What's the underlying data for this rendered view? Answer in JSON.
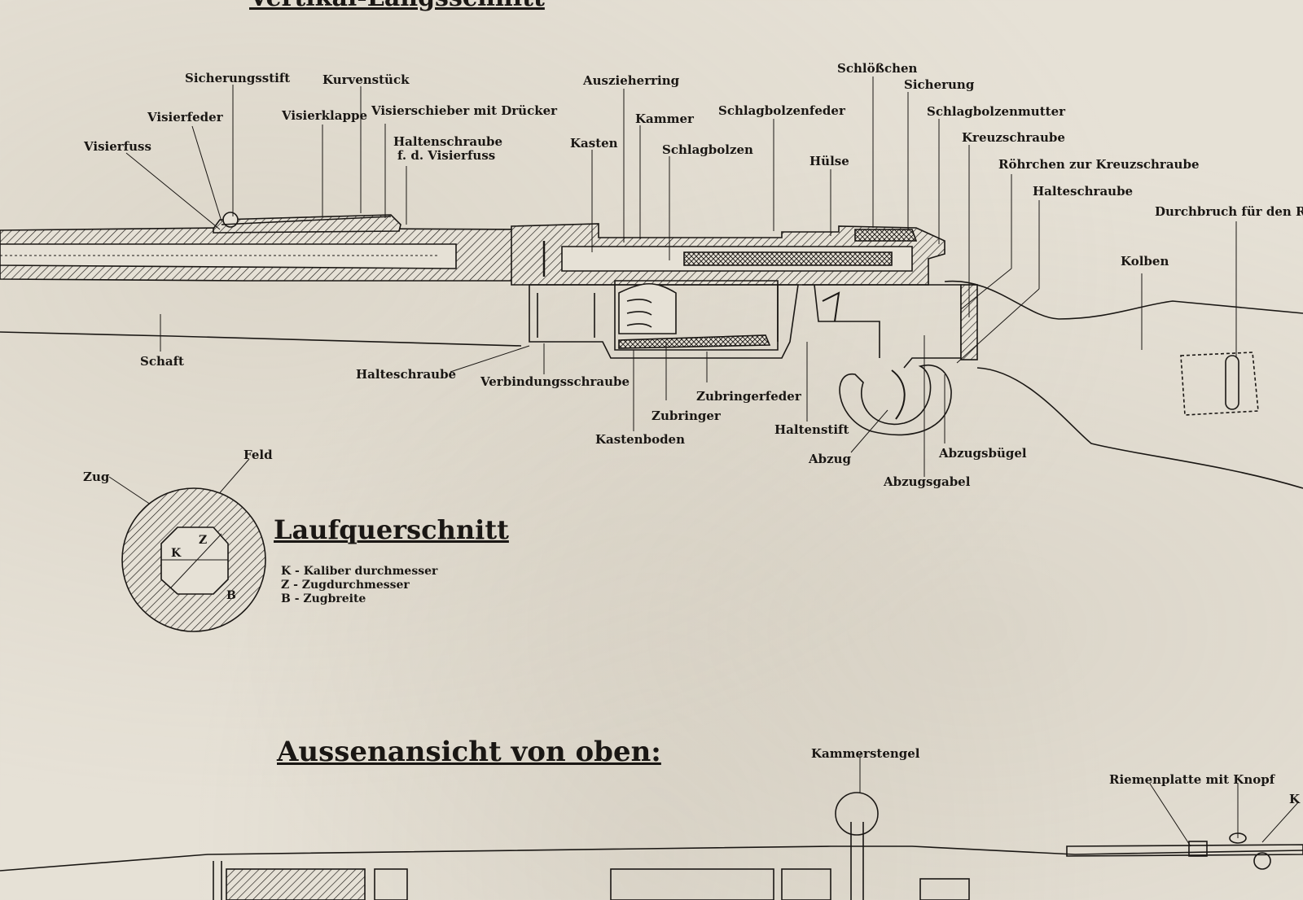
{
  "top_section_title": "Vertikal-Längsschnitt",
  "labels": {
    "sicherungsstift": "Sicherungsstift",
    "kurvenstueck": "Kurvenstück",
    "visierfeder": "Visierfeder",
    "visierklappe": "Visierklappe",
    "visierschieber": "Visierschieber mit Drücker",
    "visierfuss": "Visierfuss",
    "haltenschraube_line1": "Haltenschraube",
    "haltenschraube_line2": "f. d. Visierfuss",
    "auszieherring": "Auszieherring",
    "kasten": "Kasten",
    "kammer": "Kammer",
    "schlagbolzen": "Schlagbolzen",
    "schlagbolzenfeder": "Schlagbolzenfeder",
    "schloesschen": "Schlößchen",
    "sicherung": "Sicherung",
    "huelse": "Hülse",
    "schlagbolzenmutter": "Schlagbolzenmutter",
    "kreuzschraube": "Kreuzschraube",
    "roehrchen": "Röhrchen zur Kreuzschraube",
    "halteschraube_top": "Halteschraube",
    "durchbruch": "Durchbruch für den Riem",
    "kolben": "Kolben",
    "schaft": "Schaft",
    "halteschraube_low": "Halteschraube",
    "verbindungsschraube": "Verbindungsschraube",
    "zubringerfeder": "Zubringerfeder",
    "zubringer": "Zubringer",
    "kastenboden": "Kastenboden",
    "haltenstift": "Haltenstift",
    "abzug": "Abzug",
    "abzugsbuegel": "Abzugsbügel",
    "abzugsgabel": "Abzugsgabel",
    "feld": "Feld",
    "zug": "Zug",
    "kammerstengel": "Kammerstengel",
    "riemenplatte": "Riemenplatte mit Knopf",
    "k_edge": "K"
  },
  "cross_section": {
    "title": "Laufquerschnitt",
    "legend": [
      "K - Kaliber durchmesser",
      "Z - Zugdurchmesser",
      "B - Zugbreite"
    ],
    "marks": {
      "k": "K",
      "z": "Z",
      "b": "B"
    }
  },
  "top_view": {
    "title": "Aussenansicht von oben:"
  },
  "colors": {
    "paper": "#e6e1d6",
    "ink": "#1a1714"
  }
}
